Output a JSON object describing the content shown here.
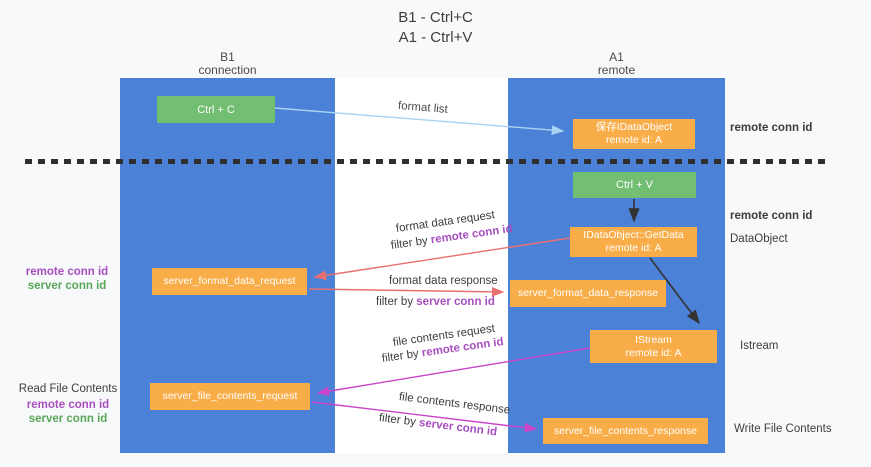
{
  "title": {
    "line1": "B1 - Ctrl+C",
    "line2": "A1 - Ctrl+V"
  },
  "columns": {
    "left": {
      "title": "B1",
      "subtitle": "connection"
    },
    "right": {
      "title": "A1",
      "subtitle": "remote"
    }
  },
  "nodes": {
    "ctrl_c": {
      "label": "Ctrl + C"
    },
    "save_dataobject": {
      "line1": "保存IDataObject",
      "line2": "remote id: A"
    },
    "ctrl_v": {
      "label": "Ctrl + V"
    },
    "getdata": {
      "line1": "IDataObject::GetData",
      "line2": "remote id: A"
    },
    "server_format_data_request": {
      "label": "server_format_data_request"
    },
    "server_format_data_response": {
      "label": "server_format_data_response"
    },
    "istream": {
      "line1": "IStream",
      "line2": "remote id: A"
    },
    "server_file_contents_request": {
      "label": "server_file_contents_request"
    },
    "server_file_contents_response": {
      "label": "server_file_contents_response"
    }
  },
  "edge_labels": {
    "format_list": "format list",
    "format_data_request": "format data request",
    "format_data_response": "format data response",
    "file_contents_request": "file contents request",
    "file_contents_response": "file contents response",
    "filter_by": "filter by",
    "remote_conn_id": "remote conn id",
    "server_conn_id": "server conn id"
  },
  "side_labels": {
    "remote_conn_id_top": "remote conn id",
    "remote_conn_id_mid": "remote conn id",
    "dataobject": "DataObject",
    "istream": "Istream",
    "write_file_contents": "Write File Contents",
    "read_file_contents": "Read File Contents",
    "left_remote_conn_id": "remote conn id",
    "left_server_conn_id": "server conn id",
    "left_remote_conn_id_2": "remote conn id",
    "left_server_conn_id_2": "server conn id"
  },
  "colors": {
    "background": "#f8f9fa",
    "lane-blue": "#4b81d7",
    "node-green": "#72be72",
    "node-orange": "#f9ad49",
    "arrow-lightblue": "#a9d3f2",
    "arrow-red": "#e87070",
    "arrow-magenta": "#c944c9",
    "arrow-black": "#333333",
    "text-purple": "#a84fc0",
    "text-green": "#58a758",
    "text-dark": "#3d3d3d"
  }
}
